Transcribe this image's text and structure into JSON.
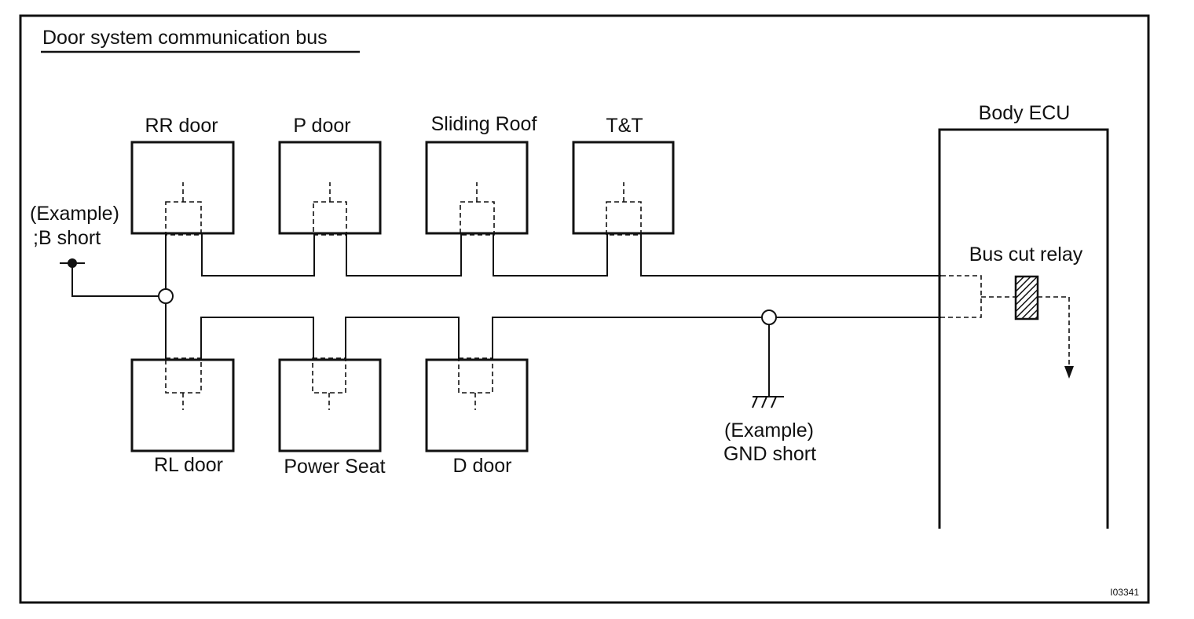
{
  "title": "Door system communication bus",
  "figure_id": "I03341",
  "ecus_top": [
    {
      "label": "RR door"
    },
    {
      "label": "P door"
    },
    {
      "label": "Sliding Roof"
    },
    {
      "label": "T&T"
    }
  ],
  "ecus_bottom": [
    {
      "label": "RL door"
    },
    {
      "label": "Power Seat"
    },
    {
      "label": "D door"
    }
  ],
  "body_ecu": {
    "label": "Body ECU",
    "relay_label": "Bus cut relay"
  },
  "b_short": {
    "line1": "(Example)",
    "line2": ";B short"
  },
  "gnd_short": {
    "line1": "(Example)",
    "line2": "GND short"
  }
}
